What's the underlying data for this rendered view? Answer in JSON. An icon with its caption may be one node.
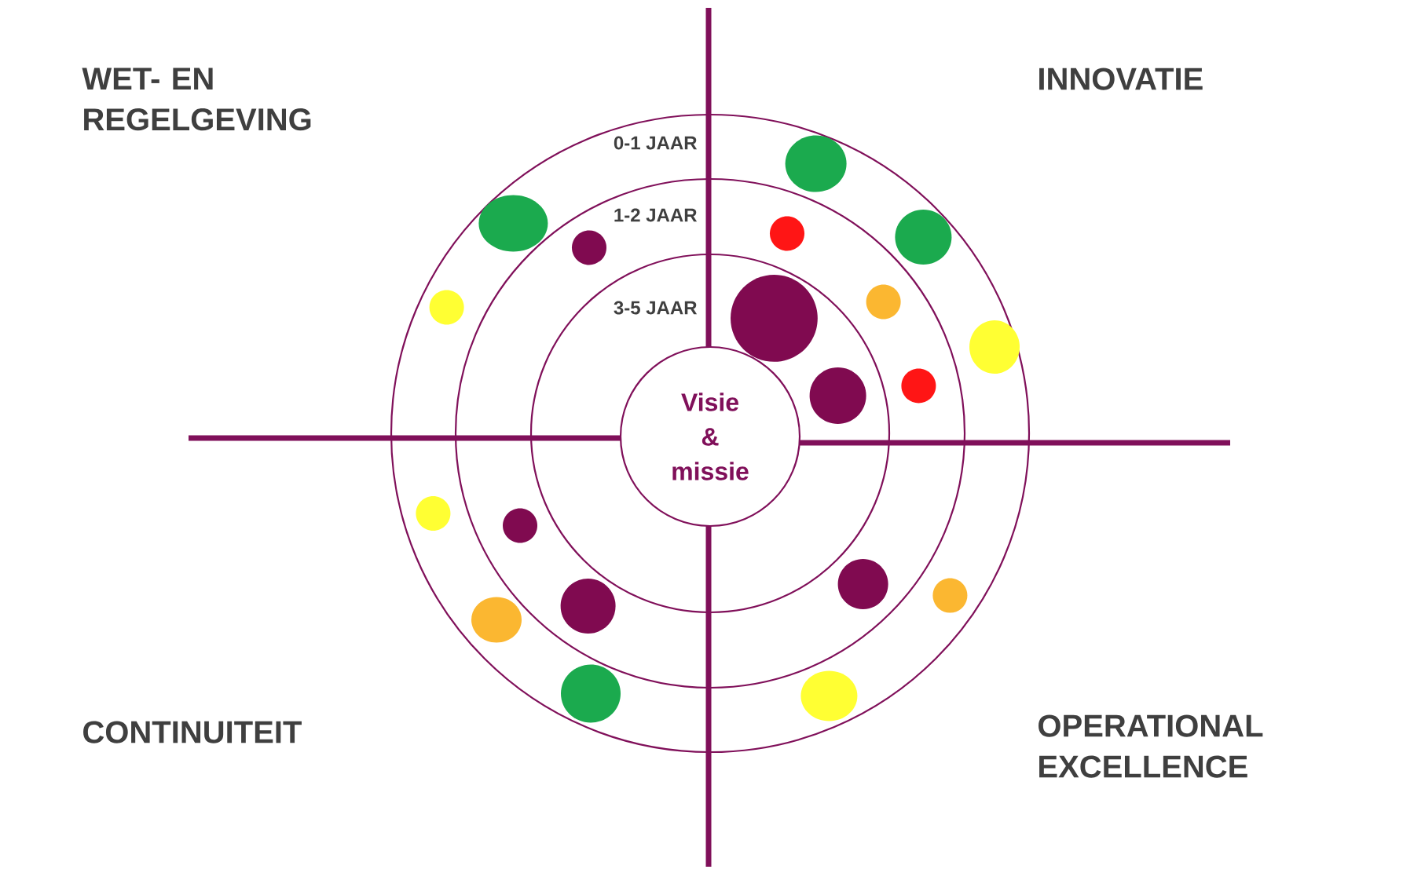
{
  "diagram": {
    "nodes": [
      {
        "text": [
          "0-1 JAAR"
        ]
      },
      {
        "text": [
          "1-2 JAAR"
        ],
        "in": 0
      },
      {
        "text": [
          "3-5 JAAR"
        ],
        "in": 1
      },
      {
        "text": [
          "Visie & missie"
        ],
        "in": 2
      }
    ],
    "labels": [
      "WET- EN REGELGEVING",
      "INNOVATIE",
      "CONTINUITEIT",
      "OPERATIONAL EXCELLENCE"
    ]
  }
}
